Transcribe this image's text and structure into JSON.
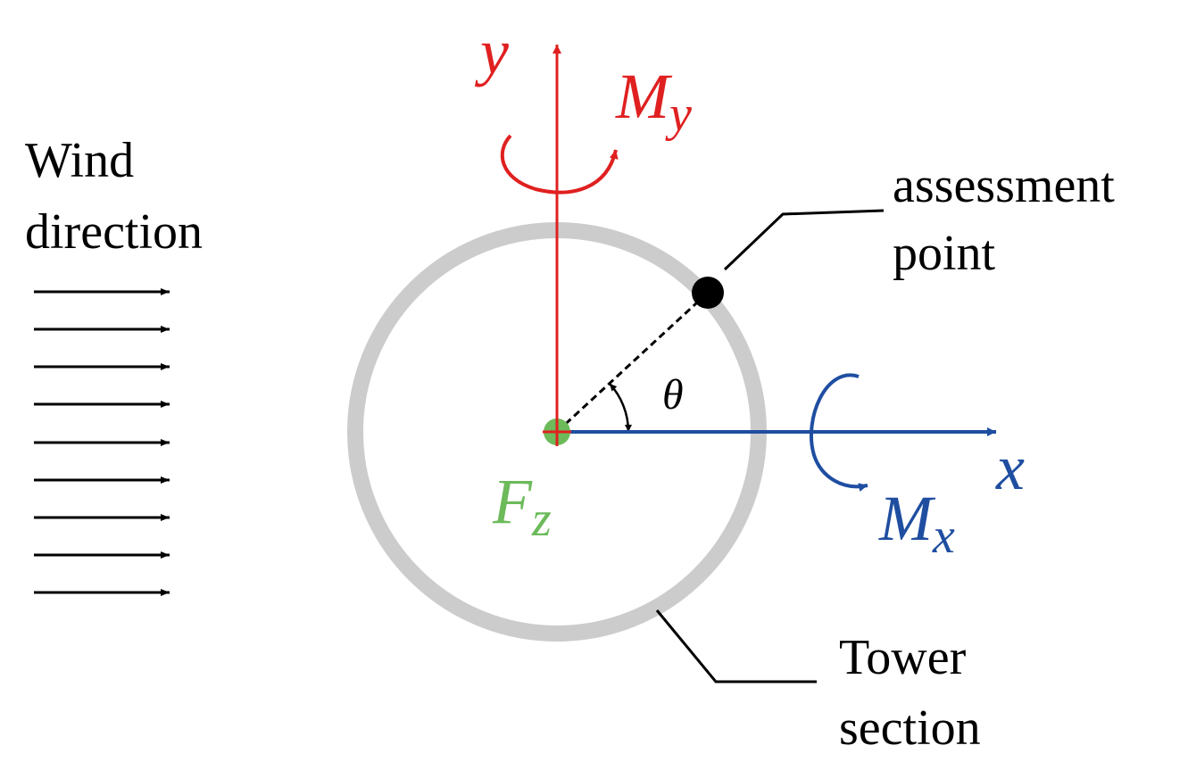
{
  "wind": {
    "line1": "Wind",
    "line2": "direction"
  },
  "axes": {
    "y_label": "y",
    "x_label": "x"
  },
  "moments": {
    "my_main": "M",
    "my_sub": "y",
    "mx_main": "M",
    "mx_sub": "x"
  },
  "force": {
    "main": "F",
    "sub": "z"
  },
  "angle": {
    "symbol": "θ"
  },
  "callouts": {
    "assessment_line1": "assessment",
    "assessment_line2": "point",
    "tower_line1": "Tower",
    "tower_line2": "section"
  },
  "colors": {
    "y_axis": "#e02020",
    "x_axis": "#1f4ea1",
    "force": "#6cba5a",
    "tower": "#cccccc",
    "text": "#000000"
  },
  "icons": {
    "wind_arrows": "right-arrow",
    "moment_y": "curved-rotation-arrow",
    "moment_x": "curved-rotation-arrow",
    "assessment_point": "filled-circle"
  }
}
